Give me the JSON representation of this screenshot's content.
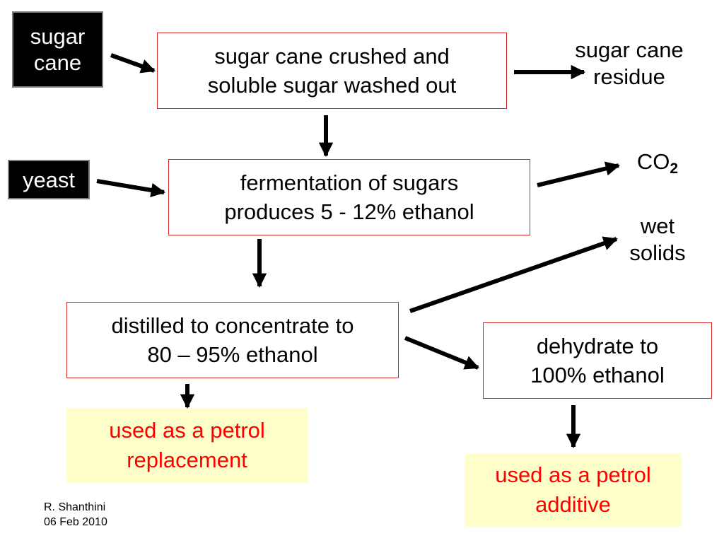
{
  "inputs": {
    "sugar_cane": [
      "sugar",
      "cane"
    ],
    "yeast": "yeast"
  },
  "process": {
    "crush": [
      "sugar cane crushed and",
      "soluble sugar washed out"
    ],
    "ferment": [
      "fermentation of sugars",
      "produces 5 - 12% ethanol"
    ],
    "distill": [
      "distilled to concentrate to",
      "80 – 95% ethanol"
    ],
    "dehydrate": [
      "dehydrate to",
      "100% ethanol"
    ]
  },
  "outputs": {
    "residue": [
      "sugar cane",
      "residue"
    ],
    "co2": {
      "main": "CO",
      "subscript": "2"
    },
    "wet_solids": [
      "wet",
      "solids"
    ]
  },
  "products": {
    "replacement": [
      "used as a petrol",
      "replacement"
    ],
    "additive": [
      "used as a petrol",
      "additive"
    ]
  },
  "footer": {
    "author": "R. Shanthini",
    "date": "06 Feb 2010"
  },
  "colors": {
    "process_border": "#d62828",
    "input_bg": "#000000",
    "product_bg": "#ffffcc",
    "product_text": "#ff0000"
  }
}
